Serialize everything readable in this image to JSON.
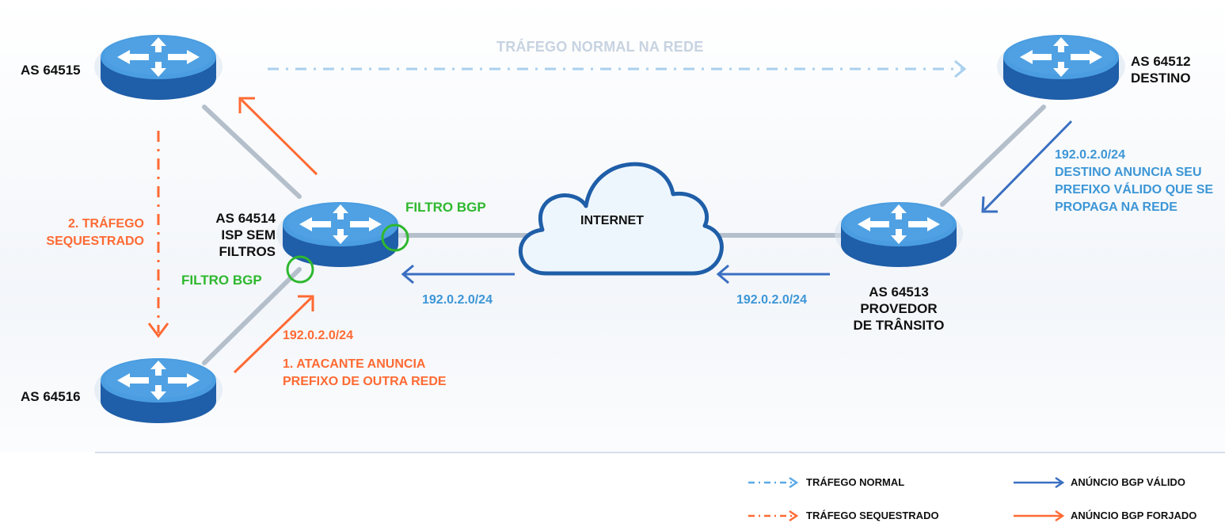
{
  "colors": {
    "orange": "#ff6a33",
    "blue_valid": "#3a6fc1",
    "blue_normal": "#a9d0ee",
    "text_blue": "#3d96d6",
    "green_filter": "#2eb82e",
    "router_top": "#4a9de0",
    "router_side": "#1f5ea8"
  },
  "nodes": {
    "as64515": {
      "label": "AS 64515"
    },
    "as64512": {
      "line1": "AS 64512",
      "line2": "DESTINO"
    },
    "as64514": {
      "line1": "AS 64514",
      "line2": "ISP SEM",
      "line3": "FILTROS"
    },
    "as64513": {
      "line1": "AS 64513",
      "line2": "PROVEDOR",
      "line3": "DE TRÂNSITO"
    },
    "as64516": {
      "label": "AS 64516"
    },
    "internet": {
      "label": "INTERNET"
    }
  },
  "annotations": {
    "normal_traffic": "TRÁFEGO NORMAL NA REDE",
    "hijacked_1": "2. TRÁFEGO",
    "hijacked_2": "SEQUESTRADO",
    "filter_top": "FILTRO BGP",
    "filter_bottom": "FILTRO BGP",
    "dest_prefix": "192.0.2.0/24",
    "dest_desc_1": "DESTINO ANUNCIA SEU",
    "dest_desc_2": "PREFIXO VÁLIDO QUE SE",
    "dest_desc_3": "PROPAGA NA REDE",
    "prefix_mid_left": "192.0.2.0/24",
    "prefix_mid_right": "192.0.2.0/24",
    "attacker_prefix": "192.0.2.0/24",
    "attacker_1": "1. ATACANTE ANUNCIA",
    "attacker_2": "PREFIXO DE OUTRA REDE"
  },
  "legend": {
    "normal": "TRÁFEGO NORMAL",
    "hijacked": "TRÁFEGO SEQUESTRADO",
    "valid": "ANÚNCIO BGP VÁLIDO",
    "forged": "ANÚNCIO BGP FORJADO"
  }
}
